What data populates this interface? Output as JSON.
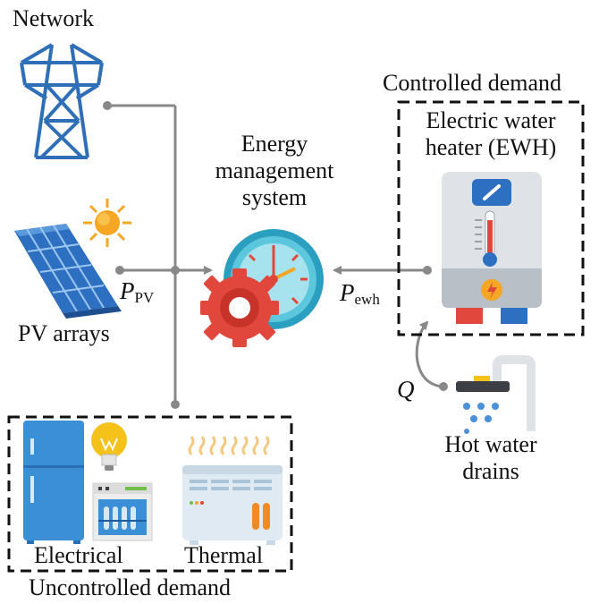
{
  "labels": {
    "network": "Network",
    "ems_line1": "Energy",
    "ems_line2": "management",
    "ems_line3": "system",
    "controlled_demand": "Controlled demand",
    "ewh_line1": "Electric water",
    "ewh_line2": "heater (EWH)",
    "pv_arrays": "PV arrays",
    "p_pv_symbol": "P",
    "p_pv_sub": "PV",
    "p_ewh_symbol": "P",
    "p_ewh_sub": "ewh",
    "q_symbol": "Q",
    "hot_water_line1": "Hot water",
    "hot_water_line2": "drains",
    "electrical": "Electrical",
    "thermal": "Thermal",
    "uncontrolled_demand": "Uncontrolled demand"
  },
  "icons": [
    "transmission-tower-icon",
    "sun-icon",
    "solar-panel-icon",
    "gauge-icon",
    "gear-icon",
    "water-heater-icon",
    "shower-head-icon",
    "refrigerator-icon",
    "light-bulb-icon",
    "dishwasher-icon",
    "heater-icon",
    "heat-waves-icon"
  ],
  "colors": {
    "line": "#888888",
    "tower": "#2f6fb8",
    "panel": "#2d6fc0",
    "sun": "#f5a623",
    "gauge_face": "#5cc6dc",
    "gear": "#e2473b",
    "heater_body": "#dfe3e8",
    "fridge": "#3a8fd6"
  }
}
